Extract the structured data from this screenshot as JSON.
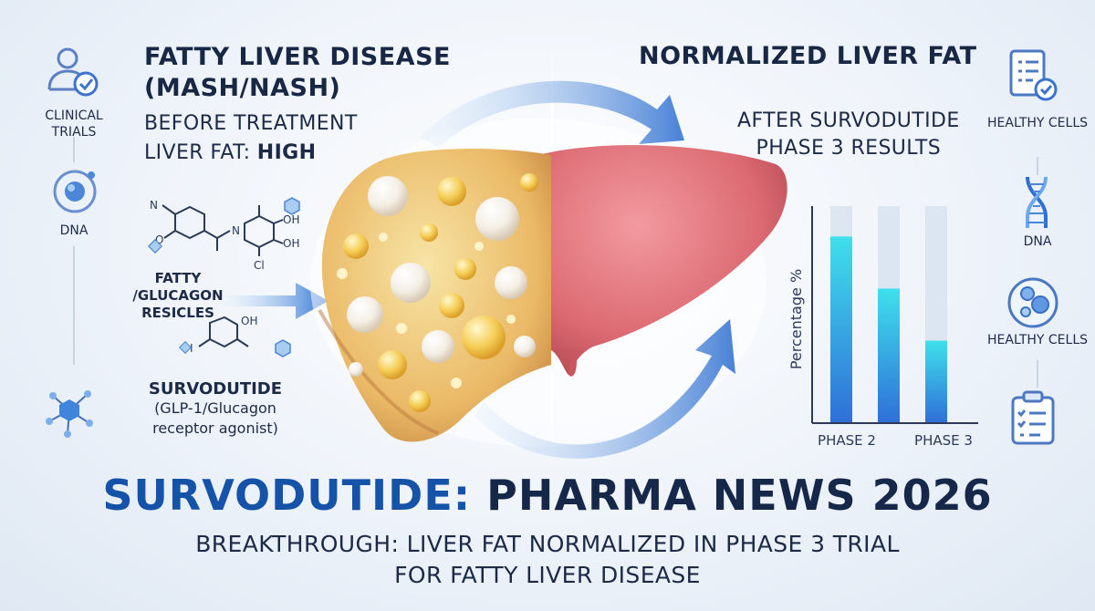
{
  "left_sidebar": {
    "items": [
      {
        "label": "Clinical trials",
        "icon": "user-check-icon"
      },
      {
        "label": "DNA",
        "icon": "atom-icon"
      },
      {
        "label": "",
        "icon": "molecule-network-icon"
      }
    ]
  },
  "right_sidebar": {
    "items": [
      {
        "label": "Healthy cells",
        "icon": "checklist-icon"
      },
      {
        "label": "DNA",
        "icon": "dna-helix-icon"
      },
      {
        "label": "Healthy cells",
        "icon": "cells-icon"
      },
      {
        "label": "",
        "icon": "clipboard-checklist-icon"
      }
    ]
  },
  "before": {
    "title_line1": "FATTY LIVER DISEASE",
    "title_line2": "(MASH/NASH)",
    "subtitle": "Before treatment",
    "fat_label": "Liver fat: ",
    "fat_value": "HIGH"
  },
  "after": {
    "title": "NORMALIZED LIVER FAT",
    "subtitle_line1": "After Survodutide",
    "subtitle_line2": "Phase 3 results"
  },
  "labels": {
    "vesicles_line1": "FATTY",
    "vesicles_line2": "/GLUCAGON",
    "vesicles_line3": "RESICLES",
    "drug_name": "SURVODUTIDE",
    "drug_desc_line1": "(GLP-1/Glucagon",
    "drug_desc_line2": "receptor agonist)",
    "molecule_atoms": [
      "N",
      "O",
      "N",
      "OH",
      "OH",
      "Cl",
      "OH",
      "I"
    ]
  },
  "headline": {
    "part1": "SURVODUTIDE:",
    "part2": " PHARMA NEWS 2026"
  },
  "tagline": {
    "line1": "BREAKTHROUGH: LIVER FAT NORMALIZED IN PHASE 3 TRIAL",
    "line2": "FOR FATTY LIVER DISEASE"
  },
  "colors": {
    "brand_blue": "#1553a8",
    "dark_navy": "#15284a",
    "fatty_liver": "#e8b766",
    "healthy_liver": "#d9646c",
    "bar_cyan": "#3fe0ec",
    "bar_blue": "#2f6fd8"
  },
  "chart_data": {
    "type": "bar",
    "categories": [
      "PHASE 2",
      "",
      "PHASE 3"
    ],
    "tick_labels": [
      "PHASE 2",
      "PHASE 3"
    ],
    "values": [
      86,
      62,
      38
    ],
    "ylabel": "Percentage %",
    "xlabel": "",
    "title": "",
    "ylim": [
      0,
      100
    ],
    "grid": false
  }
}
